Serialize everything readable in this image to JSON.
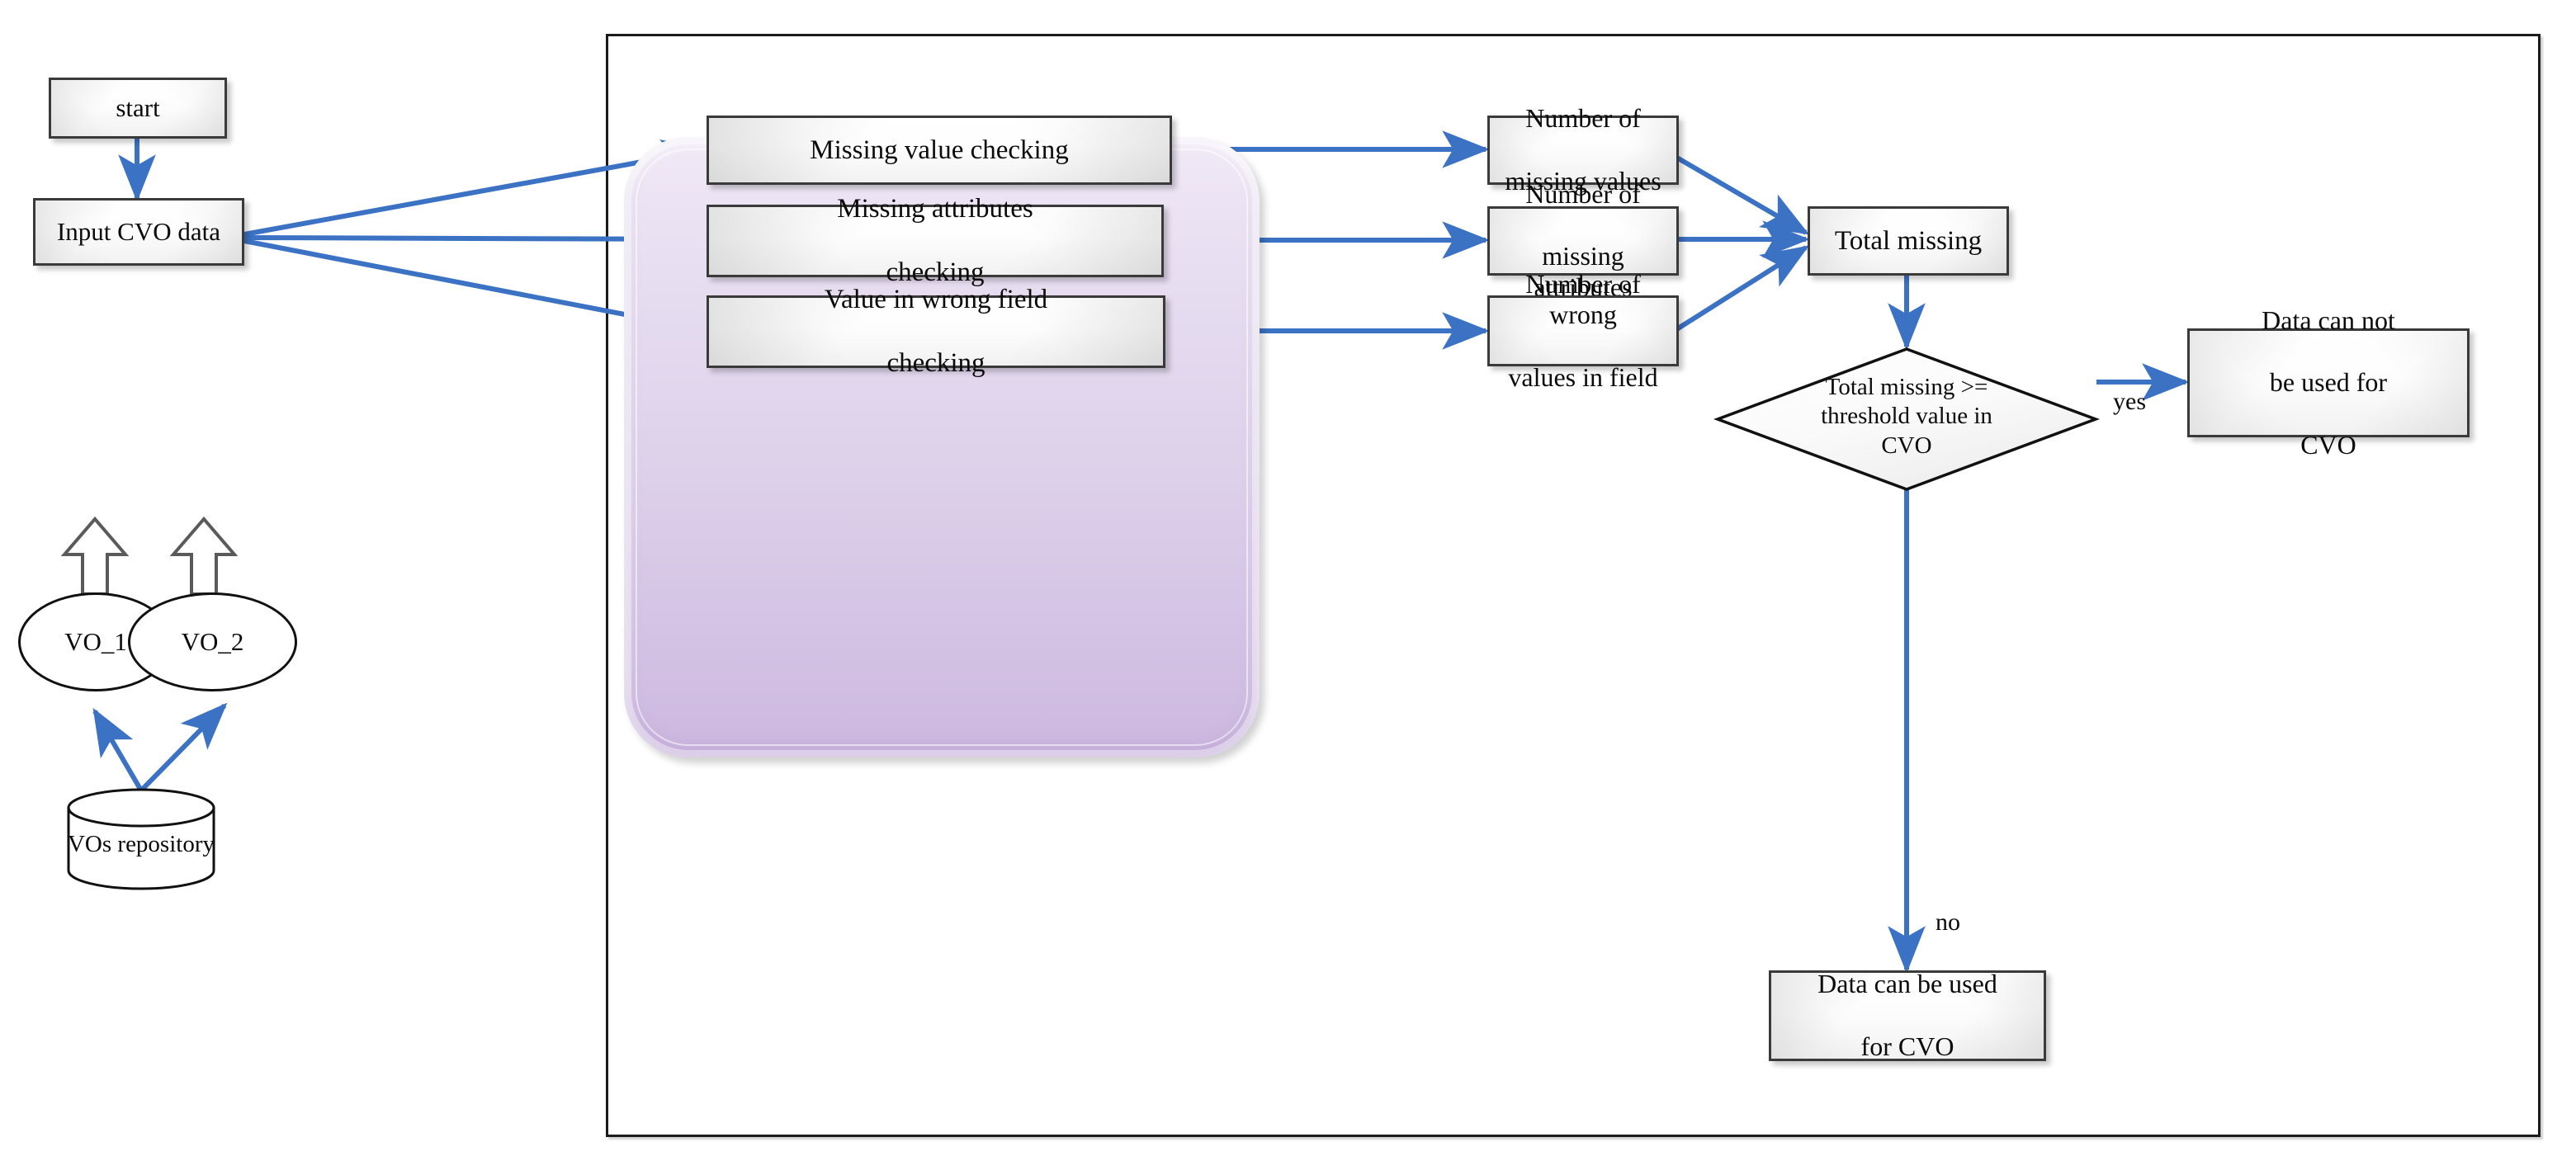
{
  "diagram": {
    "title": "CVO data quality checking flowchart",
    "accent_color": "#3b72c4",
    "panel_color": "#d7c6e6",
    "box_fill": "#fbfbfb",
    "outline_color": "#3a3a3a"
  },
  "nodes": {
    "start": {
      "label": "start",
      "shape": "process"
    },
    "input_cvo": {
      "label": "Input CVO data",
      "shape": "process"
    },
    "vo_1": {
      "label": "VO_1",
      "shape": "ellipse"
    },
    "vo_2": {
      "label": "VO_2",
      "shape": "ellipse"
    },
    "vos_repository": {
      "label": "VOs repository",
      "shape": "cylinder"
    },
    "missing_value_checking": {
      "label": "Missing value checking",
      "shape": "process"
    },
    "missing_attributes_checking": {
      "line1": "Missing attributes",
      "line2": "checking",
      "shape": "process"
    },
    "value_wrong_field_checking": {
      "line1": "Value in wrong field",
      "line2": "checking",
      "shape": "process"
    },
    "number_missing_values": {
      "line1": "Number  of",
      "line2": "missing values",
      "shape": "process"
    },
    "number_missing_attributes": {
      "line1": "Number of",
      "line2": "missing attributes",
      "shape": "process"
    },
    "number_wrong_values": {
      "line1": "Number of wrong",
      "line2": "values in field",
      "shape": "process"
    },
    "total_missing": {
      "label": "Total missing",
      "shape": "process"
    },
    "decision_threshold": {
      "line1": "Total missing >=",
      "line2": "threshold value in",
      "line3": "CVO",
      "shape": "diamond"
    },
    "data_cannot_be_used": {
      "line1": "Data can not",
      "line2": "be used for",
      "line3": "CVO",
      "shape": "process"
    },
    "data_can_be_used": {
      "line1": "Data can be used",
      "line2": "for CVO",
      "shape": "process"
    }
  },
  "edge_labels": {
    "yes": "yes",
    "no": "no"
  }
}
